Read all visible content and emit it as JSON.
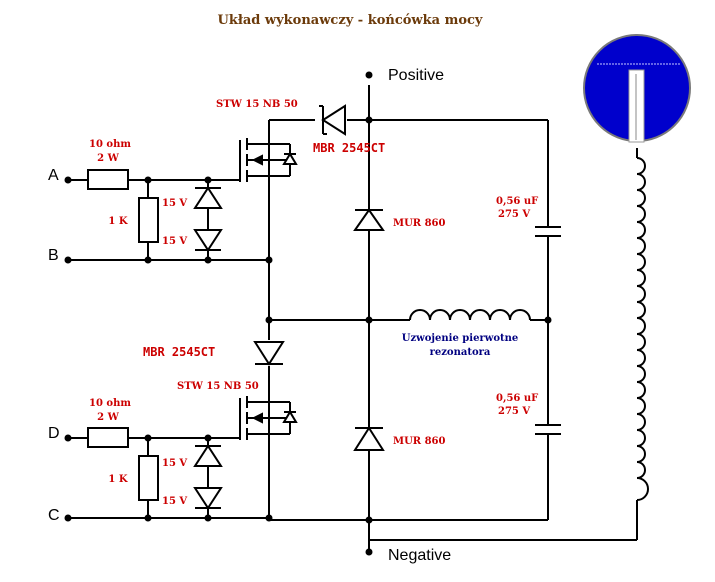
{
  "title": "Układ wykonawczy - końcówka mocy",
  "rails": {
    "positive": "Positive",
    "negative": "Negative"
  },
  "terminals": {
    "a": "A",
    "b": "B",
    "c": "C",
    "d": "D"
  },
  "upper": {
    "gate_resistor": "10 ohm",
    "gate_resistor_power": "2 W",
    "pulldown": "1 K",
    "zener_top": "15 V",
    "zener_bottom": "15 V",
    "mosfet": "STW 15 NB 50",
    "schottky": "MBR  2545CT",
    "fast_diode": "MUR 860",
    "cap_value": "0,56 uF",
    "cap_voltage": "275 V"
  },
  "lower": {
    "gate_resistor": "10 ohm",
    "gate_resistor_power": "2 W",
    "pulldown": "1 K",
    "zener_top": "15 V",
    "zener_bottom": "15 V",
    "mosfet": "STW 15 NB 50",
    "schottky": "MBR  2545CT",
    "fast_diode": "MUR 860",
    "cap_value": "0,56 uF",
    "cap_voltage": "275 V"
  },
  "primary_winding": {
    "line1": "Uzwojenie pierwotne",
    "line2": "rezonatora"
  },
  "colors": {
    "title": "#6b3a0a",
    "labels": "#cc0000",
    "winding_label": "#000080",
    "toroid": "#0000cc",
    "wire": "#000000"
  }
}
